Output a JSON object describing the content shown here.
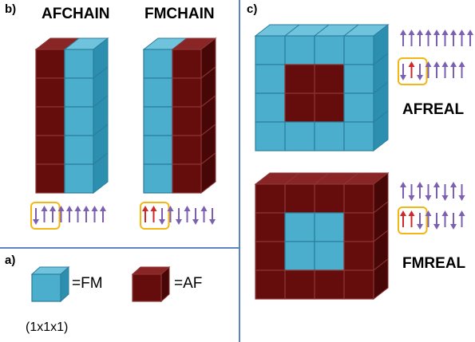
{
  "colors": {
    "fm": "#4aaecc",
    "fm_top": "#6fc3dc",
    "fm_side": "#2d8faf",
    "af": "#650d0d",
    "af_top": "#8a2525",
    "af_side": "#470707",
    "divider": "#5b86c5",
    "arrow": "#7b5fb0",
    "arrow_red": "#cc2a2a",
    "highlight": "#f3b614"
  },
  "panels": {
    "b": "b)",
    "a": "a)",
    "c": "c)"
  },
  "chains": {
    "af_title": "AFCHAIN",
    "fm_title": "FMCHAIN"
  },
  "legend": {
    "fm_label": "=FM",
    "af_label": "=AF",
    "unit": "(1x1x1)"
  },
  "reals": {
    "af_title": "AFREAL",
    "fm_title": "FMREAL"
  },
  "spin_patterns": {
    "afchain_row": "du u u u u u u u",
    "fmchain_row": "uu d u d u d u d",
    "afreal_row1": "uuuuuuuuu",
    "afreal_row2": "du d u u u u u",
    "fmreal_row1": "udududud",
    "fmreal_row2": "uu d u d u d u"
  }
}
